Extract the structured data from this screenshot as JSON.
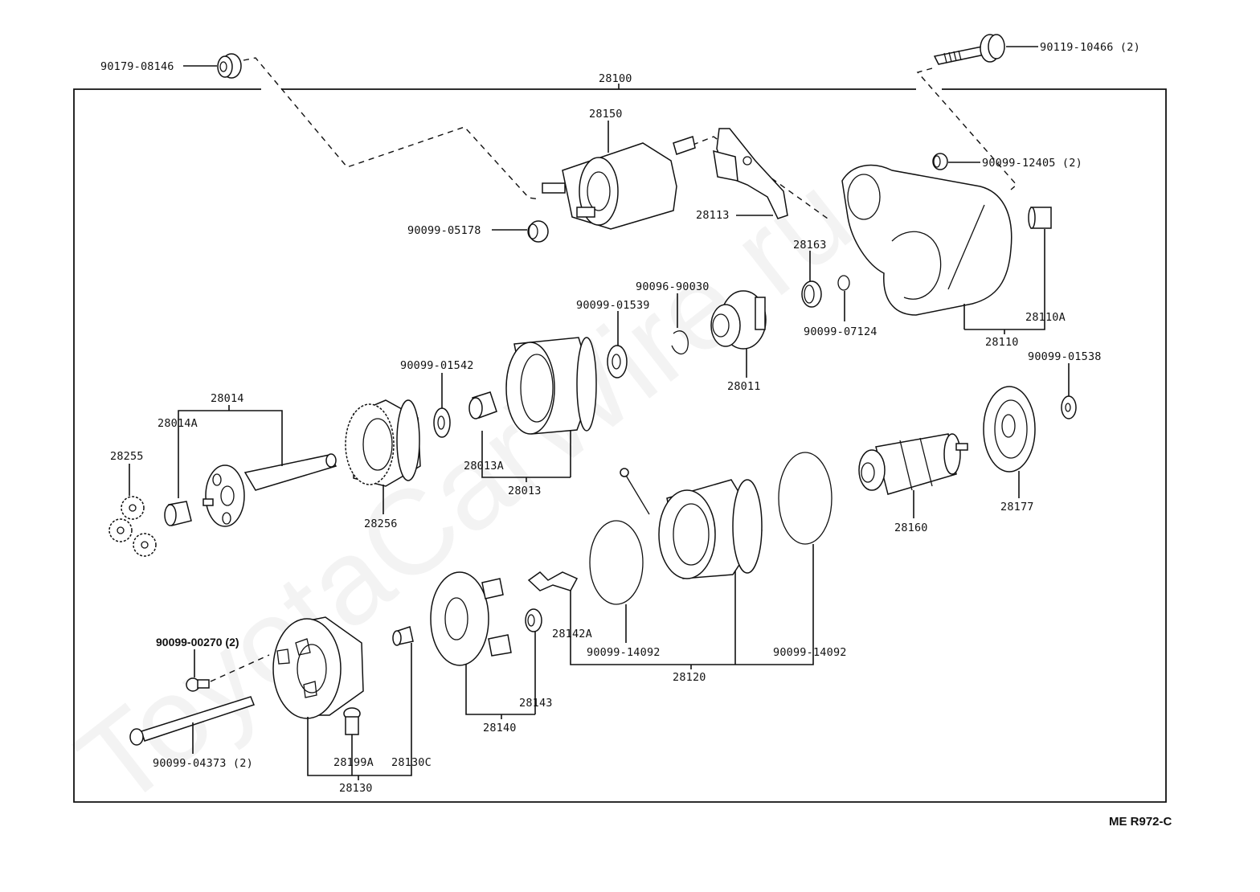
{
  "diagram": {
    "title_code": "28100",
    "reference_code": "ME R972-C",
    "watermark": "ToyotaCarWire.ru",
    "labels": {
      "p90179_08146": "90179-08146",
      "p90119_10466": "90119-10466 (2)",
      "p28100": "28100",
      "p28150": "28150",
      "p90099_12405": "90099-12405 (2)",
      "p28113": "28113",
      "p90099_05178": "90099-05178",
      "p28163": "28163",
      "p90096_90030": "90096-90030",
      "p90099_01539": "90099-01539",
      "p90099_07124": "90099-07124",
      "p28110A": "28110A",
      "p28110": "28110",
      "p28011": "28011",
      "p90099_01542": "90099-01542",
      "p90099_01538": "90099-01538",
      "p28014": "28014",
      "p28014A": "28014A",
      "p28255": "28255",
      "p28256": "28256",
      "p28013A": "28013A",
      "p28013": "28013",
      "p28160": "28160",
      "p28177": "28177",
      "p28142A": "28142A",
      "p90099_14092_a": "90099-14092",
      "p90099_14092_b": "90099-14092",
      "p28120": "28120",
      "p90099_00270": "90099-00270 (2)",
      "p28143": "28143",
      "p28140": "28140",
      "p90099_04373": "90099-04373 (2)",
      "p28199A": "28199A",
      "p28130C": "28130C",
      "p28130": "28130"
    }
  }
}
